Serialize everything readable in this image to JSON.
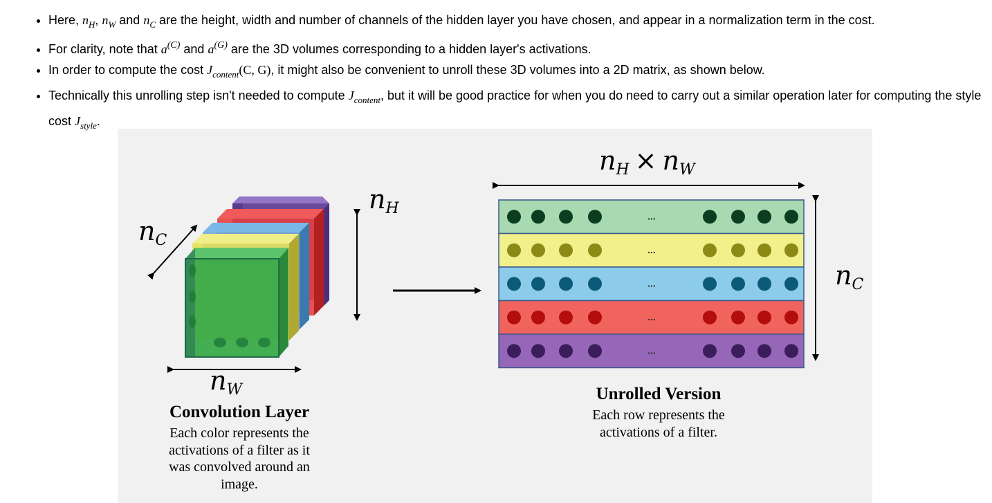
{
  "bullets": [
    {
      "intro": "Here, ",
      "m1": "n",
      "m1_sub": "H",
      "sep1": ", ",
      "m2": "n",
      "m2_sub": "W",
      "and": " and ",
      "m3": "n",
      "m3_sub": "C",
      "rest": " are the height, width and number of channels of the hidden layer you have chosen, and appear in a normalization term in the cost."
    },
    {
      "intro": "For clarity, note that ",
      "m1": "a",
      "m1_sup": "(C)",
      "and": " and ",
      "m2": "a",
      "m2_sup": "(G)",
      "rest": " are the 3D volumes corresponding to a hidden layer's activations."
    },
    {
      "intro": "In order to compute the cost ",
      "m1": "J",
      "m1_sub": "content",
      "args": "(C, G)",
      "rest": ", it might also be convenient to unroll these 3D volumes into a 2D matrix, as shown below."
    },
    {
      "intro": "Technically this unrolling step isn't needed to compute ",
      "m1": "J",
      "m1_sub": "content",
      "mid": ", but it will be good practice for when you do need to carry out a similar operation later for computing the style cost ",
      "m2": "J",
      "m2_sub": "style",
      "end": "."
    }
  ],
  "figure": {
    "labels": {
      "nc_left": "n",
      "nc_left_sub": "C",
      "nh": "n",
      "nh_sub": "H",
      "nw": "n",
      "nw_sub": "W",
      "top_a": "n",
      "top_a_sub": "H",
      "top_times": "×",
      "top_b": "n",
      "top_b_sub": "W",
      "nc_right": "n",
      "nc_right_sub": "C",
      "ellipsis": "..."
    },
    "left_caption": {
      "title": "Convolution Layer",
      "lines": [
        "Each color represents the",
        "activations of a filter as it",
        "was convolved around an",
        "image."
      ]
    },
    "right_caption": {
      "title": "Unrolled Version",
      "lines": [
        "Each row represents the",
        "activations of a filter."
      ]
    },
    "rows": [
      {
        "name": "green",
        "fill": "#a8d9b0",
        "dot": "#0b3d20"
      },
      {
        "name": "yellow",
        "fill": "#f2f08a",
        "dot": "#8c8a16"
      },
      {
        "name": "blue",
        "fill": "#8dcbea",
        "dot": "#0c5a78"
      },
      {
        "name": "red",
        "fill": "#f0645d",
        "dot": "#b30d0d"
      },
      {
        "name": "purple",
        "fill": "#9666b8",
        "dot": "#3c1d5c"
      }
    ]
  }
}
